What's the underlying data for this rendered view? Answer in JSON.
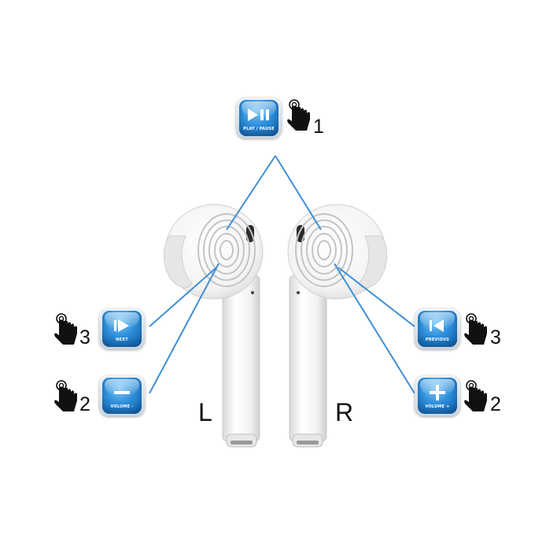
{
  "earbuds": {
    "left_label": "L",
    "right_label": "R"
  },
  "controls": {
    "play_pause": {
      "caption": "PLAY / PAUSE",
      "taps": "1"
    },
    "next": {
      "caption": "NEXT",
      "taps": "3"
    },
    "volume_down": {
      "caption": "VOLUME -",
      "taps": "2"
    },
    "previous": {
      "caption": "PREVIOUS",
      "taps": "3"
    },
    "volume_up": {
      "caption": "VOLUME +",
      "taps": "2"
    }
  },
  "colors": {
    "connector_line": "#3f8fd6",
    "button_blue": "#1f78c8",
    "earbud_white": "#f4f4f4"
  },
  "icons": [
    "play-pause-icon",
    "next-icon",
    "minus-icon",
    "previous-icon",
    "plus-icon",
    "tap-hand-icon"
  ]
}
